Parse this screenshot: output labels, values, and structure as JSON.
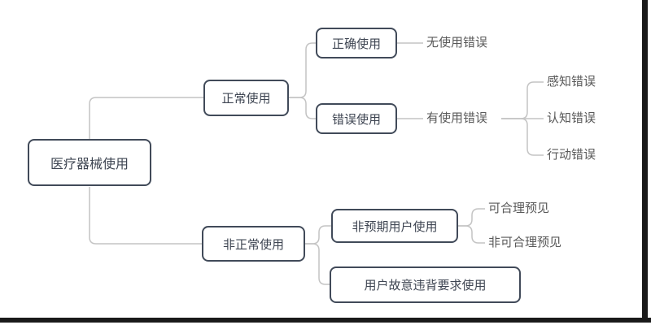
{
  "theme": {
    "background": "#ffffff",
    "box_border_color": "#414a59",
    "box_text_color": "#3e4552",
    "leaf_text_color": "#595959",
    "connector_color": "#c4c4c4",
    "window_edge_color": "#1a1a1a"
  },
  "mindmap": {
    "root": {
      "label": "医疗器械使用",
      "children": [
        {
          "label": "正常使用",
          "children": [
            {
              "label": "正确使用",
              "children": [
                {
                  "label": "无使用错误"
                }
              ]
            },
            {
              "label": "错误使用",
              "children": [
                {
                  "label": "有使用错误",
                  "children": [
                    {
                      "label": "感知错误"
                    },
                    {
                      "label": "认知错误"
                    },
                    {
                      "label": "行动错误"
                    }
                  ]
                }
              ]
            }
          ]
        },
        {
          "label": "非正常使用",
          "children": [
            {
              "label": "非预期用户使用",
              "children": [
                {
                  "label": "可合理预见"
                },
                {
                  "label": "非可合理预见"
                }
              ]
            },
            {
              "label": "用户故意违背要求使用"
            }
          ]
        }
      ]
    }
  }
}
